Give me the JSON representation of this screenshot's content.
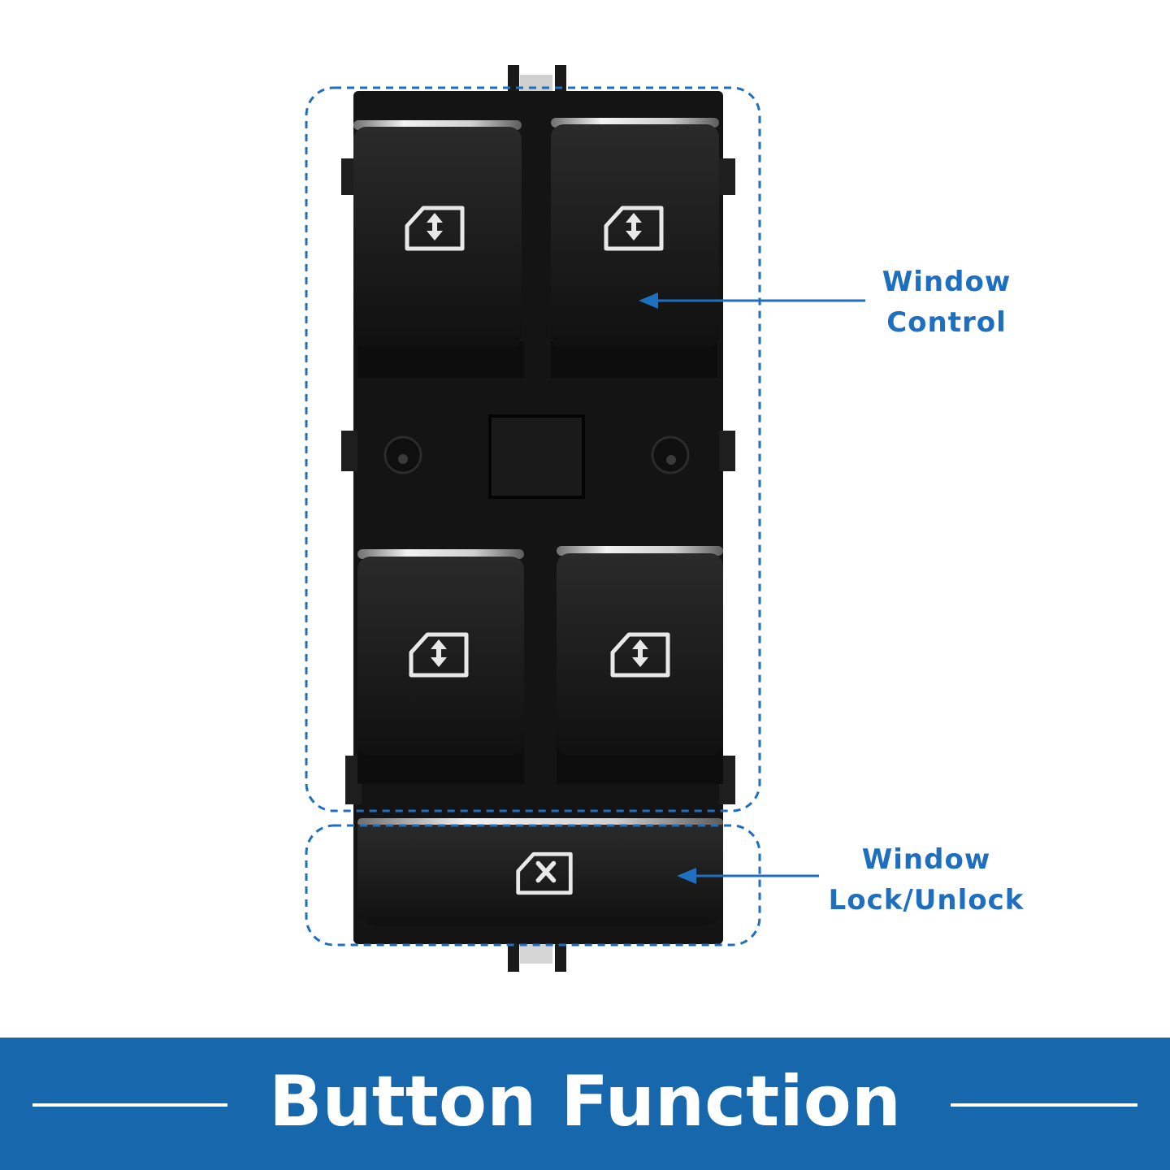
{
  "annotations": {
    "window_control": {
      "line1": "Window",
      "line2": "Control"
    },
    "window_lock": {
      "line1": "Window",
      "line2": "Lock/Unlock"
    }
  },
  "banner": {
    "title": "Button Function"
  },
  "colors": {
    "accent": "#1e6fc0",
    "banner": "#1667ac",
    "switch_body": "#141414",
    "icon_glow": "#e6e6e6"
  },
  "icons": [
    "window-up-down-icon",
    "window-lock-icon"
  ]
}
